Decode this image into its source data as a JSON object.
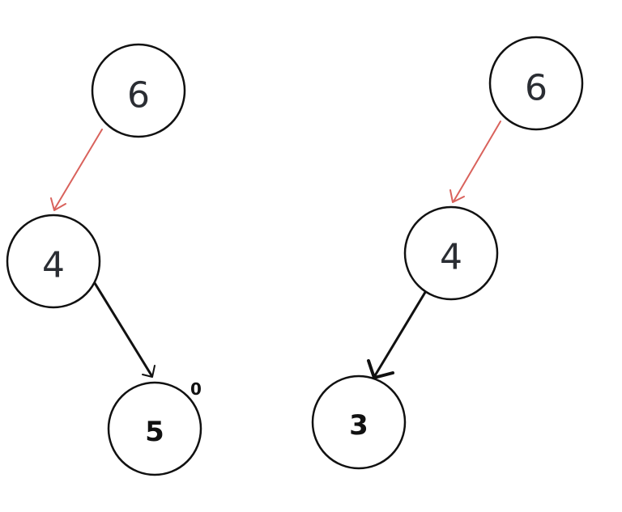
{
  "colors": {
    "red_edge": "#d9625c",
    "black_edge": "#111111"
  },
  "left_tree": {
    "root": "6",
    "child": "4",
    "grandchild": "5",
    "grandchild_annotation": "0"
  },
  "right_tree": {
    "root": "6",
    "child": "4",
    "grandchild": "3"
  }
}
